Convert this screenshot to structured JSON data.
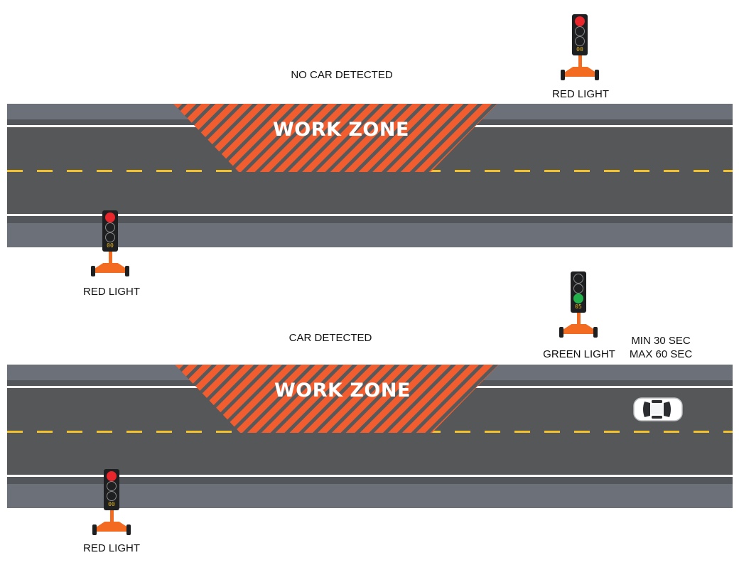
{
  "scenario_top": {
    "status_label": "NO CAR DETECTED",
    "zone_label": "WORK ZONE",
    "signal_far": {
      "state": "red",
      "counter": "00",
      "caption": "RED LIGHT"
    },
    "signal_near": {
      "state": "red",
      "counter": "00",
      "caption": "RED LIGHT"
    }
  },
  "scenario_bottom": {
    "status_label": "CAR DETECTED",
    "zone_label": "WORK ZONE",
    "signal_far": {
      "state": "green",
      "counter": "05",
      "caption": "GREEN LIGHT"
    },
    "signal_near": {
      "state": "red",
      "counter": "00",
      "caption": "RED LIGHT"
    },
    "timing_min": "MIN 30 SEC",
    "timing_max": "MAX 60 SEC"
  },
  "colors": {
    "road": "#555759",
    "shoulder": "#6b7079",
    "lane_line": "#f3c12a",
    "work_zone": "#f15d2f",
    "signal_red": "#e8262b",
    "signal_green": "#22b04a",
    "trailer": "#f26b21"
  }
}
